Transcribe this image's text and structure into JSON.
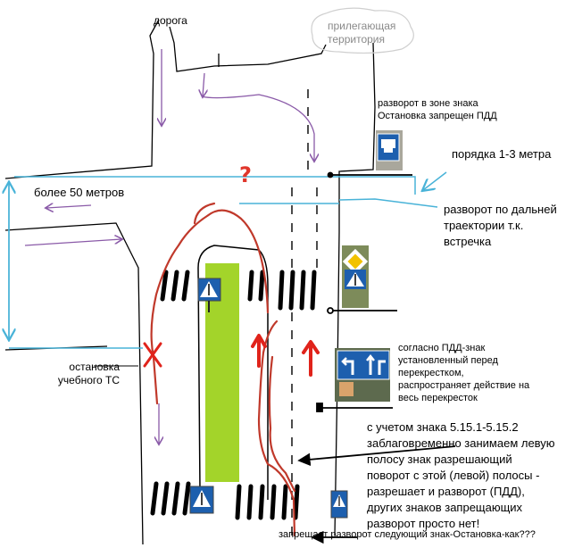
{
  "labels": {
    "road": "дорога",
    "adjacent_territory": "прилегающая\nтерритория",
    "uturn_forbidden": "разворот в зоне знака\nОстановка запрещен ПДД",
    "about_1_3m": "порядка 1-3 метра",
    "more_50m": "более 50 метров",
    "far_trajectory": "разворот по дальней\nтраектории т.к.\nвстречка",
    "training_stop": "остановка\nучебного ТС",
    "sign_applies": "согласно ПДД-знак\nустановленный перед\nперекрестком,\nраспространяет действие на\nвесь перекресток",
    "main_note": "с учетом знака 5.15.1-5.15.2\nзаблаговременно занимаем левую\nполосу знак разрешающий\nповорот с этой (левой) полосы -\nразрешает и разворот (ПДД),\nдругих знаков запрещающих\nразворот просто нет!",
    "bottom_note": "запрещает разворот следующий знак-Остановка-как???",
    "question_mark": "?"
  },
  "colors": {
    "road_line": "#000000",
    "route_red": "#c0392b",
    "arrow_red": "#e0231b",
    "purple": "#8a5aa8",
    "measure_blue": "#49b3d8",
    "median_green": "#a3d42a",
    "sign_blue": "#1d5fae",
    "sign_yellow": "#f2c200"
  },
  "icons": [
    "bus-stop-sign-icon",
    "priority-road-sign-icon",
    "pedestrian-crossing-sign-icon",
    "lane-direction-sign-icon"
  ]
}
